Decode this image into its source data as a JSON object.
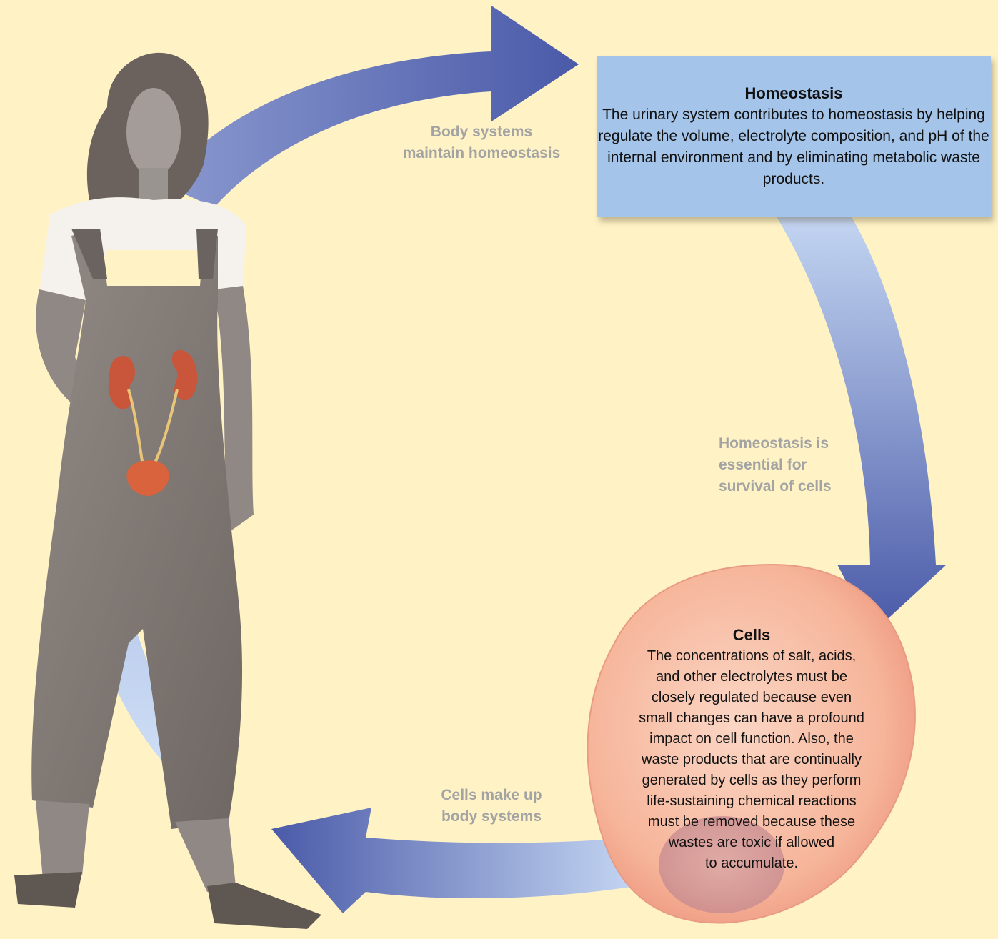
{
  "diagram": {
    "flow_labels": {
      "body_systems": "Body systems\nmaintain homeostasis",
      "homeostasis_essential": "Homeostasis is\nessential for\nsurvival of cells",
      "cells_make_up": "Cells make up\nbody systems"
    },
    "homeostasis_box": {
      "title": "Homeostasis",
      "body": "The urinary system contributes to homeostasis by helping regulate the volume, electrolyte composition, and pH of the internal environment and by eliminating metabolic waste products."
    },
    "cells": {
      "title": "Cells",
      "body": "The concentrations of salt, acids,\nand other electrolytes must be\nclosely regulated because even\nsmall changes can have a profound\nimpact on cell function. Also, the\nwaste products that are continually\ngenerated by cells as they perform\nlife-sustaining chemical reactions\nmust be removed because these\nwastes are toxic if allowed\nto accumulate."
    },
    "colors": {
      "background": "#fff3c6",
      "arrow_dark": "#4a5aa8",
      "arrow_light": "#c4d6f2",
      "box_fill": "#a4c4e9",
      "cell_fill": "#f6b59a",
      "label_gray": "#a3a3a3"
    }
  }
}
